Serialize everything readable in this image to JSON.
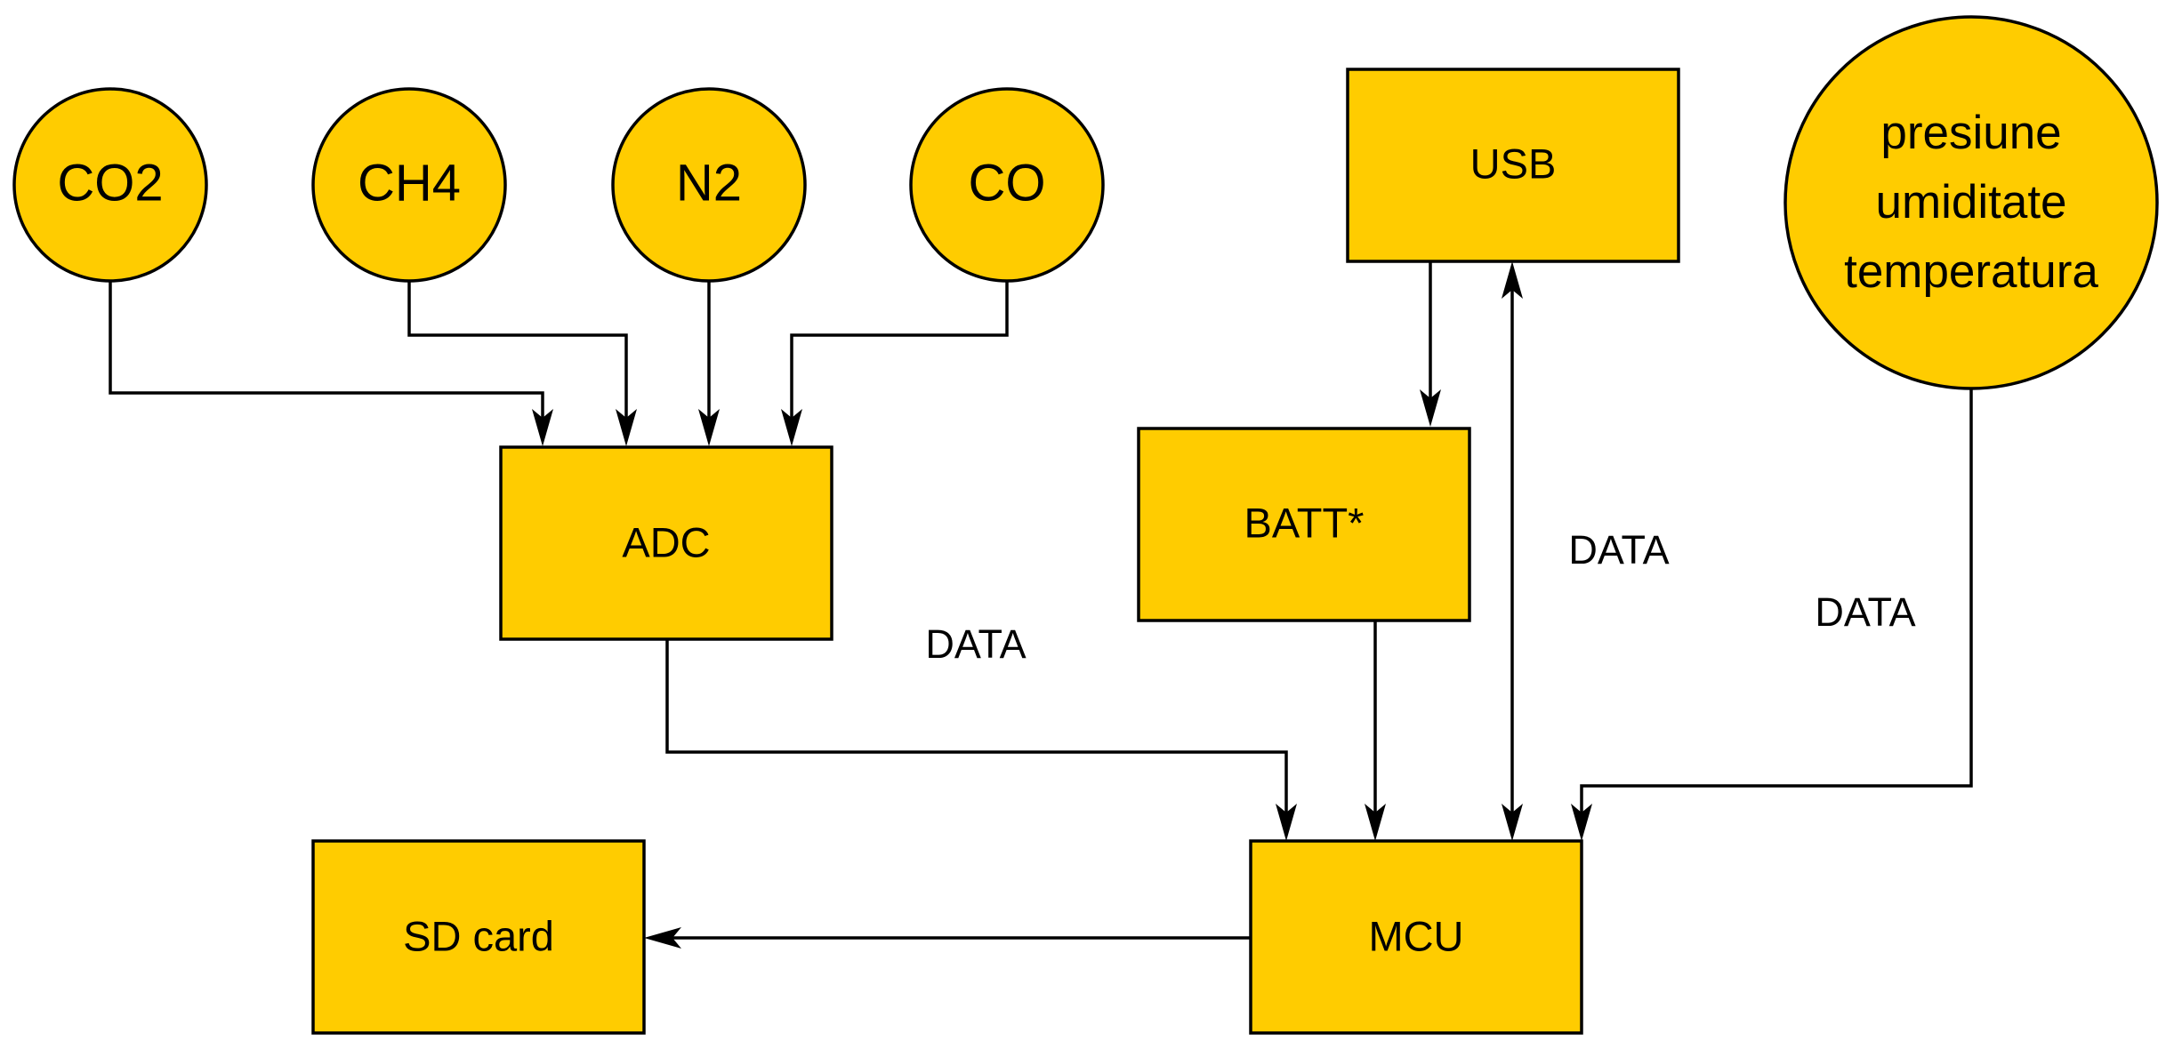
{
  "diagram": {
    "nodes": {
      "co2": "CO2",
      "ch4": "CH4",
      "n2": "N2",
      "co": "CO",
      "usb": "USB",
      "env": [
        "presiune",
        "umiditate",
        "temperatura"
      ],
      "adc": "ADC",
      "batt": "BATT*",
      "mcu": "MCU",
      "sd": "SD card"
    },
    "edge_labels": {
      "adc_mcu": "DATA",
      "usb_mcu": "DATA",
      "env_mcu": "DATA"
    }
  },
  "colors": {
    "node_fill": "#FFCC00",
    "stroke": "#000000",
    "background": "#FFFFFF"
  }
}
